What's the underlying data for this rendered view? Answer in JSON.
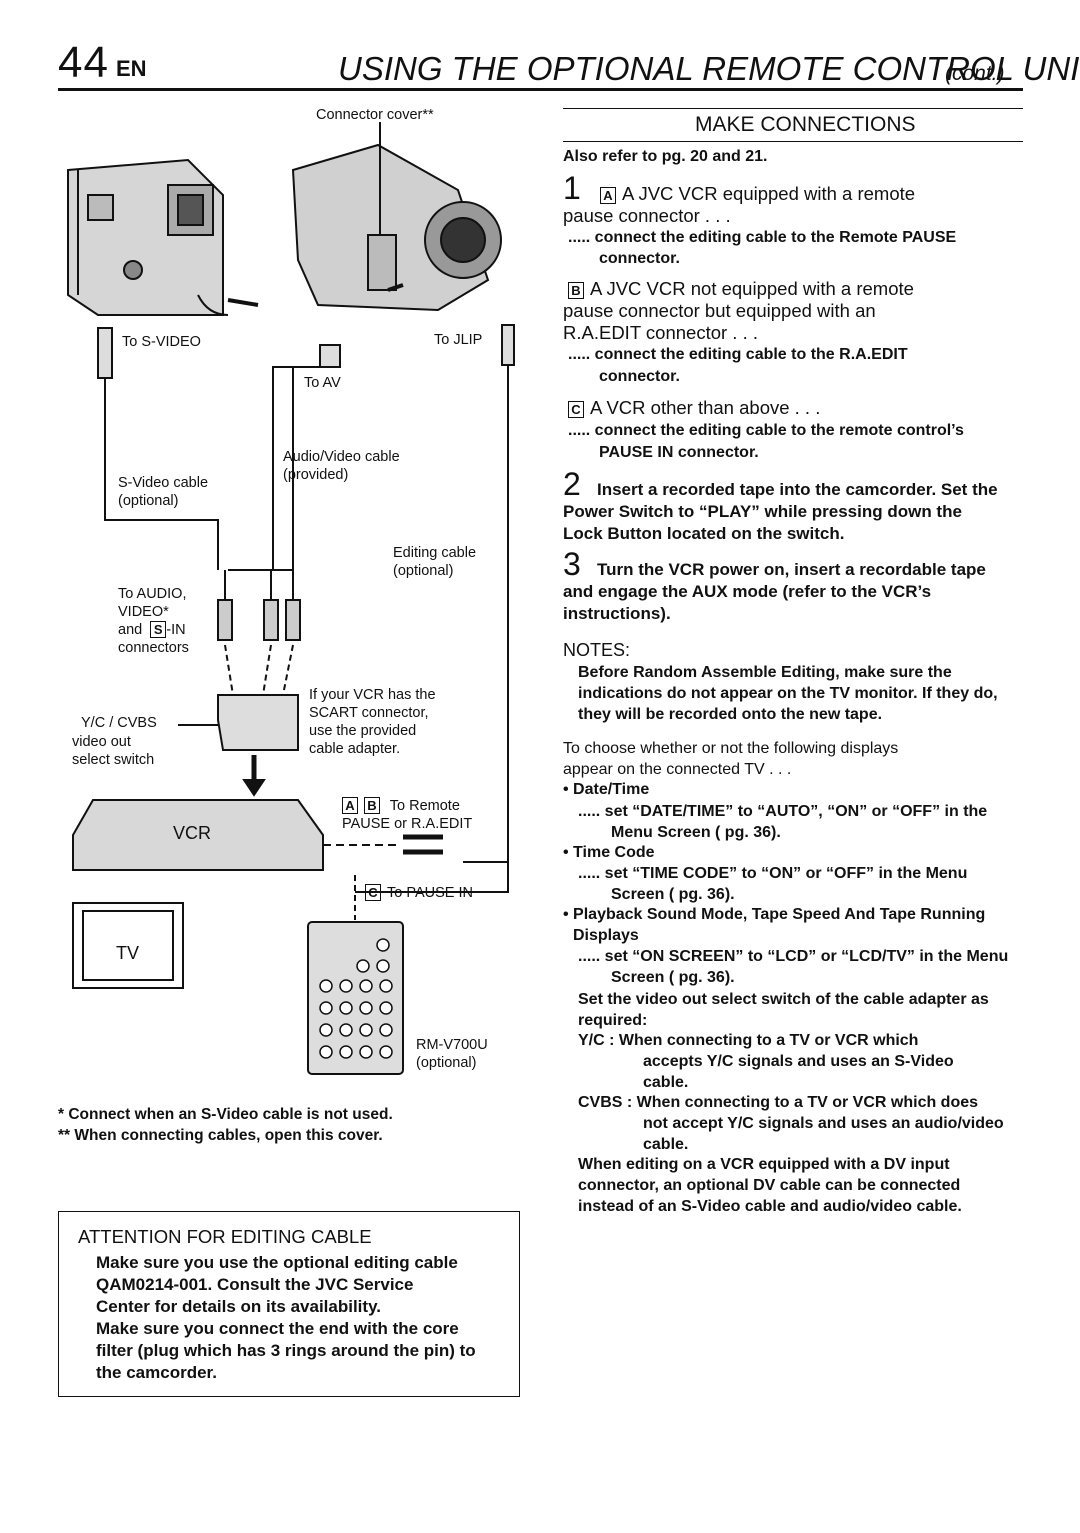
{
  "header": {
    "page_number": "44",
    "lang": "EN",
    "title": "USING THE OPTIONAL REMOTE CONTROL UNIT",
    "cont": "(cont.)"
  },
  "diagram": {
    "connector_cover": "Connector cover**",
    "to_svideo": "To S-VIDEO",
    "to_jlip": "To JLIP",
    "to_av": "To AV",
    "svideo_cable": [
      "S-Video cable",
      "(optional)"
    ],
    "av_cable": [
      "Audio/Video cable",
      "(provided)"
    ],
    "editing_cable": [
      "Editing cable",
      "(optional)"
    ],
    "to_audio": [
      "To AUDIO,",
      "VIDEO*",
      "and",
      "-IN",
      "connectors"
    ],
    "s_mark": "S",
    "scart_note": [
      "If your VCR has the",
      "SCART connector,",
      "use the provided",
      "cable adapter."
    ],
    "yc_cvbs": "Y/C  /  CVBS",
    "video_out": [
      "video out",
      "select switch"
    ],
    "ab_marks": [
      "A",
      "B"
    ],
    "to_remote": [
      "To Remote",
      "PAUSE or R.A.EDIT"
    ],
    "vcr": "VCR",
    "c_mark": "C",
    "to_pause_in": "To PAUSE IN",
    "tv": "TV",
    "remote_model": [
      "RM-V700U",
      "(optional)"
    ]
  },
  "footnotes": [
    "*   Connect when an S-Video cable is not used.",
    "** When connecting cables, open this cover."
  ],
  "attention": {
    "title": "ATTENTION FOR EDITING CABLE",
    "lines": [
      "Make sure you use the optional editing cable",
      "QAM0214-001. Consult the JVC Service",
      "Center for details on its availability.",
      "Make sure you connect the end with the core",
      "filter (plug which has 3 rings around the pin) to",
      "the camcorder."
    ]
  },
  "make_connections": {
    "title": "MAKE CONNECTIONS",
    "refer": "Also refer to pg. 20 and 21.",
    "step1_num": "1",
    "a_mark": "A",
    "a_text": [
      "A JVC VCR equipped with a remote",
      "pause connector . . ."
    ],
    "a_action": [
      ".....  connect the editing cable to the Remote PAUSE",
      "connector."
    ],
    "b_mark": "B",
    "b_text": [
      "A JVC VCR not equipped with a remote",
      "pause connector but equipped with an",
      "R.A.EDIT connector . . ."
    ],
    "b_action": [
      ".....  connect the editing cable to the R.A.EDIT",
      "connector."
    ],
    "c_mark": "C",
    "c_text": "A VCR other than above . . .",
    "c_action": [
      ".....  connect the editing cable to the remote control’s",
      "PAUSE IN connector."
    ],
    "step2_num": "2",
    "step2": [
      "Insert a recorded tape into the camcorder. Set the",
      "Power Switch to “PLAY” while pressing down the",
      "Lock Button located on the switch."
    ],
    "step3_num": "3",
    "step3": [
      "Turn the VCR power on, insert a recordable tape",
      "and engage the AUX mode (refer to the VCR’s",
      "instructions)."
    ]
  },
  "notes": {
    "title": "NOTES:",
    "n1": [
      "Before Random Assemble Editing, make sure the",
      "indications do not appear on the TV monitor. If they do,",
      "they will be recorded onto the new tape."
    ],
    "n2": [
      "To choose whether or not the following displays",
      "appear on the connected TV . . ."
    ],
    "date_time": "• Date/Time",
    "date_time_a": [
      ".....  set “DATE/TIME” to “AUTO”, “ON” or “OFF” in the",
      "Menu Screen (     pg. 36)."
    ],
    "time_code": "• Time Code",
    "time_code_a": [
      ".....  set “TIME CODE” to “ON” or “OFF” in the Menu",
      "Screen (     pg. 36)."
    ],
    "playback": [
      "• Playback Sound Mode, Tape Speed And Tape Running",
      "Displays"
    ],
    "playback_a": [
      ".....  set “ON SCREEN” to “LCD” or “LCD/TV” in the Menu",
      "Screen (     pg. 36)."
    ],
    "n3": [
      "Set the video out select switch of the cable adapter as",
      "required:"
    ],
    "yc": [
      "Y/C     : When connecting to a TV or VCR which",
      "accepts Y/C signals and uses an S-Video",
      "cable."
    ],
    "cvbs": [
      "CVBS : When connecting to a TV or VCR which does",
      "not accept Y/C signals and uses an audio/video",
      "cable."
    ],
    "n4": [
      "When editing on a VCR equipped with a DV input",
      "connector, an optional DV cable can be connected",
      "instead of an S-Video cable and audio/video cable."
    ]
  }
}
